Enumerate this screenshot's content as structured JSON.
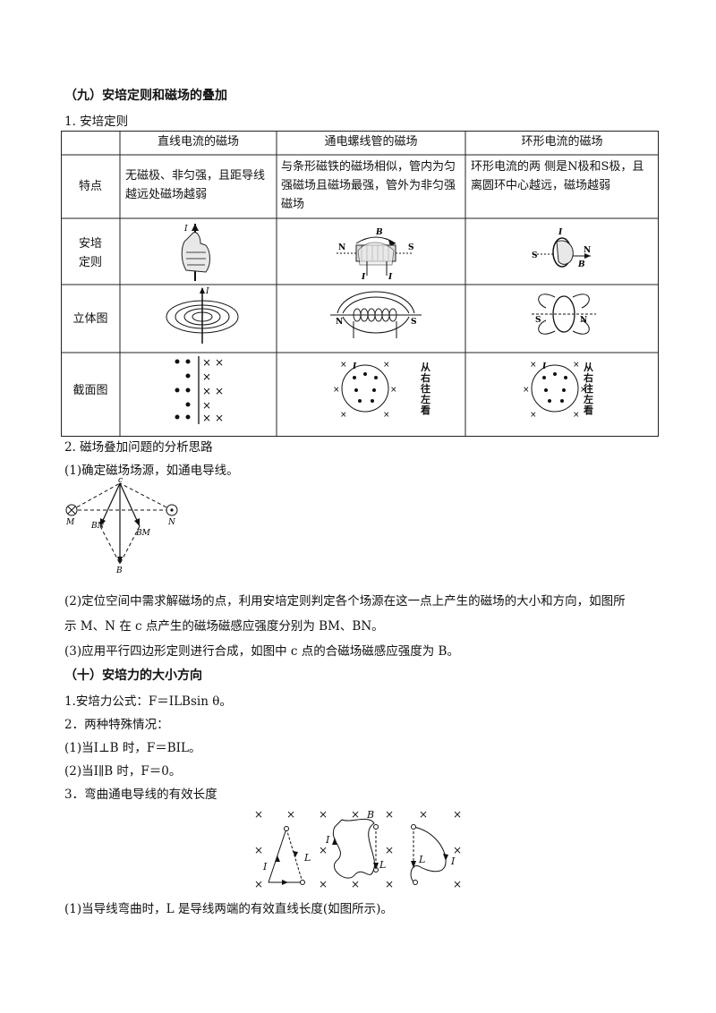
{
  "section9": {
    "title": "（九）安培定则和磁场的叠加",
    "sub1": "1. 安培定则",
    "table": {
      "headers": [
        "",
        "直线电流的磁场",
        "通电螺线管的磁场",
        "环形电流的磁场"
      ],
      "rows": [
        {
          "label": "特点",
          "cells": [
            "无磁极、非匀强，且距导线越远处磁场越弱",
            "与条形磁铁的磁场相似，管内为匀强磁场且磁场最强，管外为非匀强磁场",
            "环形电流的两  侧是N极和S极，且离圆环中心越远，磁场越弱"
          ]
        },
        {
          "label": "安培\n定则"
        },
        {
          "label": "立体图"
        },
        {
          "label": "截面图"
        }
      ]
    },
    "sub2": "2. 磁场叠加问题的分析思路",
    "step1": "(1)确定磁场场源，如通电导线。",
    "step2_line1": "(2)定位空间中需求解磁场的点，利用安培定则判定各个场源在这一点上产生的磁场的大小和方向，如图所",
    "step2_line2": "示 M、N 在 c 点产生的磁场磁感应强度分别为 BM、BN。",
    "step3": "(3)应用平行四边形定则进行合成，如图中 c 点的合磁场磁感应强度为 B。"
  },
  "figure_labels": {
    "I": "I",
    "B": "B",
    "N": "N",
    "S": "S",
    "L": "L",
    "c": "c",
    "M": "M",
    "BN": "BN",
    "BM": "BM",
    "view": "从右往左看"
  },
  "section10": {
    "title": "（十）安培力的大小方向",
    "l1": "1.安培力公式：F＝ILBsin θ。",
    "l2": "2．两种特殊情况：",
    "l3": "(1)当I⊥B 时，F＝BIL。",
    "l4": "(2)当I∥B 时，F＝0。",
    "l5": "3．弯曲通电导线的有效长度",
    "l6": "(1)当导线弯曲时，L 是导线两端的有效直线长度(如图所示)。"
  }
}
